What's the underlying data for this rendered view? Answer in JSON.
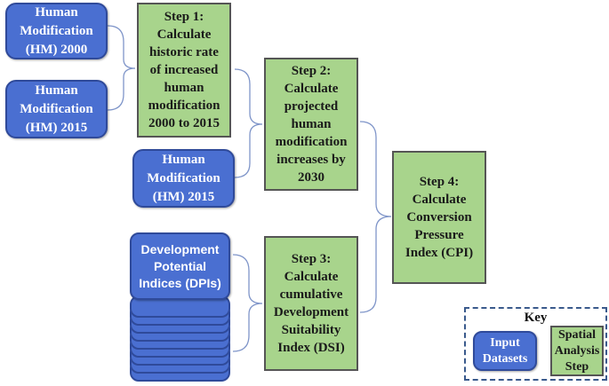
{
  "inputs": {
    "hm2000": "Human Modification (HM) 2000",
    "hm2015_a": "Human Modification (HM) 2015",
    "hm2015_b": "Human Modification (HM) 2015",
    "dpi": "Development Potential Indices (DPIs)"
  },
  "steps": {
    "step1": "Step 1: Calculate historic rate of increased human modification 2000 to 2015",
    "step2": "Step 2: Calculate projected human modification increases by 2030",
    "step3": "Step 3: Calculate cumulative Development Suitability Index (DSI)",
    "step4": "Step 4: Calculate Conversion Pressure Index (CPI)"
  },
  "key": {
    "title": "Key",
    "input_label": "Input Datasets",
    "step_label": "Spatial Analysis Step"
  },
  "colors": {
    "input_fill": "#4a6fd1",
    "step_fill": "#a8d48c",
    "bracket": "#7f95c9"
  }
}
